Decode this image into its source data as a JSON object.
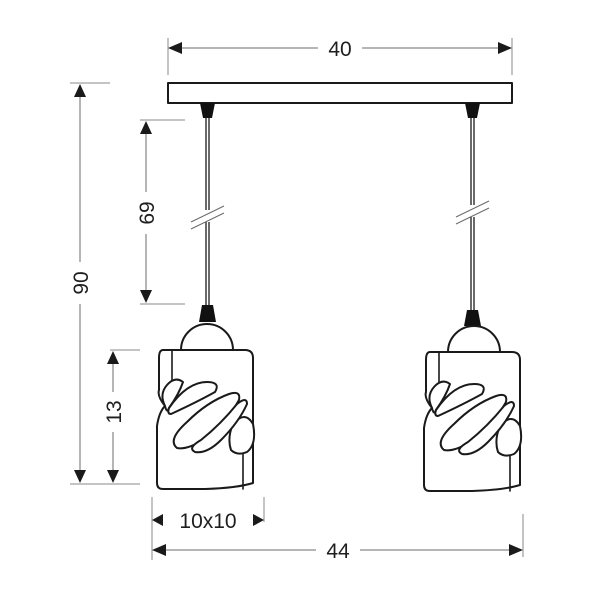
{
  "diagram": {
    "type": "technical-dimension-drawing",
    "subject": "double pendant lamp with canopy bar and two square glass shades",
    "dimensions": {
      "canopy_width": {
        "label": "40",
        "orientation": "horizontal"
      },
      "total_height": {
        "label": "90",
        "orientation": "vertical"
      },
      "cable_length": {
        "label": "69",
        "orientation": "vertical"
      },
      "shade_height": {
        "label": "13",
        "orientation": "vertical"
      },
      "shade_size": {
        "label": "10x10",
        "orientation": "horizontal"
      },
      "total_width": {
        "label": "44",
        "orientation": "horizontal"
      }
    },
    "components": [
      "canopy-bar",
      "cable-left",
      "cable-right",
      "shade-left",
      "shade-right"
    ],
    "colors": {
      "line": "#1a1a1a",
      "dimension": "#6b6b6b",
      "background": "#ffffff"
    }
  }
}
